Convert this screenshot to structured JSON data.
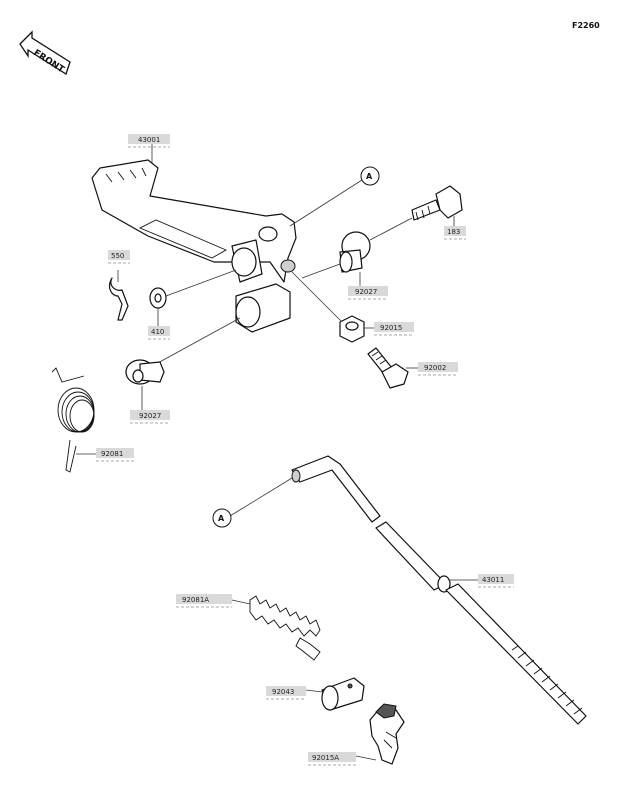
{
  "figure_id": "F2260",
  "front_label": "FRONT",
  "callout_a": "A",
  "parts": {
    "p43001": "43001",
    "p550": "550",
    "p410": "410",
    "p92027_left": "92027",
    "p92081": "92081",
    "p183": "183",
    "p92027_right": "92027",
    "p92015": "92015",
    "p92002": "92002",
    "p43011": "43011",
    "p92081A": "92081A",
    "p92043": "92043",
    "p92015A": "92015A"
  }
}
